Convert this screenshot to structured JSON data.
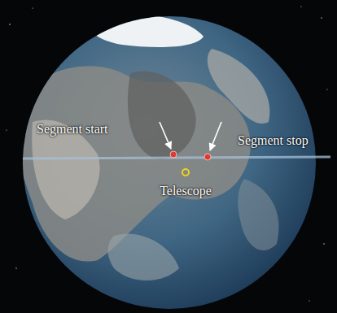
{
  "diagram": {
    "labels": [
      "Segment start",
      "Segment stop",
      "Telescope"
    ]
  }
}
